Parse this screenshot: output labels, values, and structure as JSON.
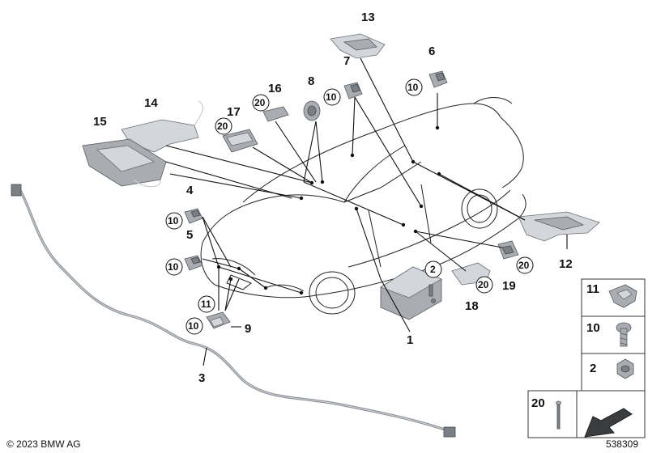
{
  "callouts": {
    "c1": "1",
    "c2": "2",
    "c3": "3",
    "c4": "4",
    "c5": "5",
    "c6": "6",
    "c7": "7",
    "c8": "8",
    "c9": "9",
    "c10": "10",
    "c11": "11",
    "c12": "12",
    "c13": "13",
    "c14": "14",
    "c15": "15",
    "c16": "16",
    "c17": "17",
    "c18": "18",
    "c19": "19",
    "c20": "20"
  },
  "circled": {
    "ten": "10",
    "eleven": "11",
    "twenty": "20",
    "two": "2"
  },
  "legend": {
    "items": [
      "11",
      "10",
      "2",
      "20"
    ]
  },
  "footer": {
    "copyright": "© 2023 BMW AG",
    "doc_number": "538309"
  }
}
